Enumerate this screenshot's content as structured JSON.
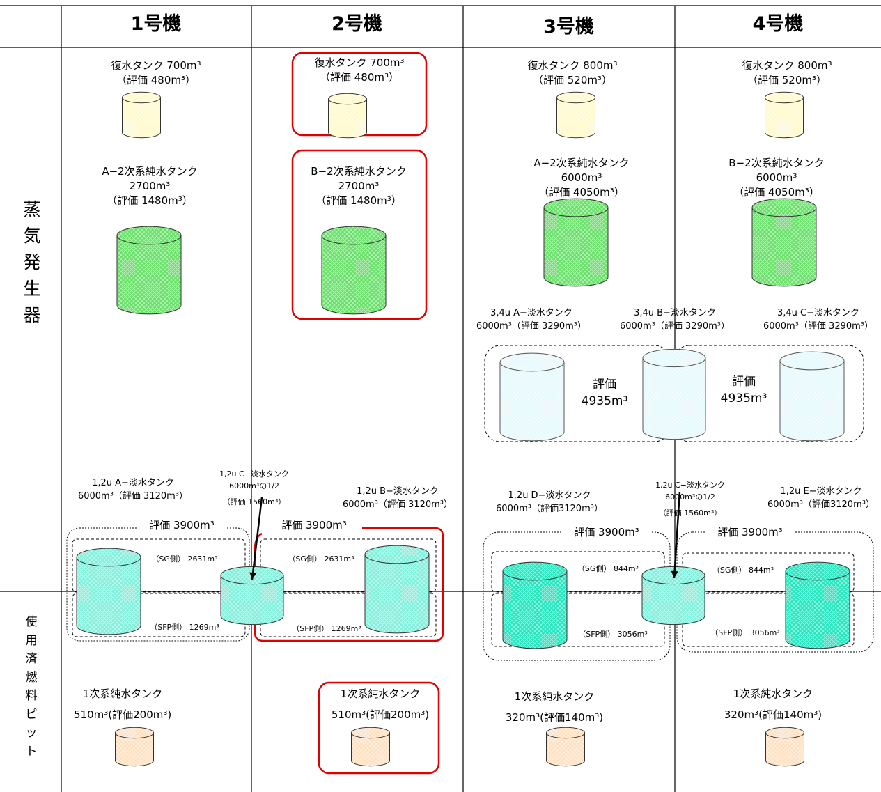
{
  "units": {
    "u1": "1号機",
    "u2": "2号機",
    "u3": "3号機",
    "u4": "4号機"
  },
  "rows": {
    "sg": [
      "蒸",
      "気",
      "発",
      "生",
      "器"
    ],
    "sfp": [
      "使",
      "用",
      "済",
      "燃",
      "料",
      "ピ",
      "ッ",
      "ト"
    ]
  },
  "condensate": {
    "u1": {
      "name": "復水タンク 700m³",
      "eval": "（評価 480m³）"
    },
    "u2": {
      "name": "復水タンク 700m³",
      "eval": "（評価 480m³）"
    },
    "u3": {
      "name": "復水タンク 800m³",
      "eval": "（評価 520m³）"
    },
    "u4": {
      "name": "復水タンク 800m³",
      "eval": "（評価 520m³）"
    }
  },
  "secondary": {
    "u1": {
      "name": "A−2次系純水タンク",
      "cap": "2700m³",
      "eval": "（評価 1480m³）"
    },
    "u2": {
      "name": "B−2次系純水タンク",
      "cap": "2700m³",
      "eval": "（評価 1480m³）"
    },
    "u3": {
      "name": "A−2次系純水タンク",
      "cap": "6000m³",
      "eval": "（評価 4050m³）"
    },
    "u4": {
      "name": "B−2次系純水タンク",
      "cap": "6000m³",
      "eval": "（評価 4050m³）"
    }
  },
  "fw34": {
    "a": {
      "name": "3,4u A−淡水タンク",
      "cap": "6000m³（評価 3290m³）"
    },
    "b": {
      "name": "3,4u B−淡水タンク",
      "cap": "6000m³（評価 3290m³）"
    },
    "c": {
      "name": "3,4u C−淡水タンク",
      "cap": "6000m³（評価 3290m³）"
    },
    "eval_left": {
      "l1": "評価",
      "l2": "4935m³"
    },
    "eval_right": {
      "l1": "評価",
      "l2": "4935m³"
    }
  },
  "fw12": {
    "a": {
      "name": "1,2u A−淡水タンク",
      "cap": "6000m³（評価 3120m³）"
    },
    "b": {
      "name": "1,2u B−淡水タンク",
      "cap": "6000m³（評価 3120m³）"
    },
    "c": {
      "name": "1,2u C−淡水タンク",
      "cap": "6000m³の1/2",
      "eval": "（評価 1560m³）"
    },
    "d": {
      "name": "1,2u D−淡水タンク",
      "cap": "6000m³（評価3120m³）"
    },
    "c2": {
      "name": "1,2u C−淡水タンク",
      "cap": "6000m³の1/2",
      "eval": "（評価 1560m³）"
    },
    "e": {
      "name": "1,2u E−淡水タンク",
      "cap": "6000m³（評価3120m³）"
    }
  },
  "groups": {
    "u1_eval": "評価 3900m³",
    "u2_eval": "評価 3900m³",
    "u3_eval": "評価 3900m³",
    "u4_eval": "評価 3900m³",
    "u1_sg": "（SG側） 2631m³",
    "u1_sfp": "（SFP側） 1269m³",
    "u2_sg": "（SG側） 2631m³",
    "u2_sfp": "（SFP側） 1269m³",
    "u3_sg": "（SG側） 844m³",
    "u3_sfp": "（SFP側） 3056m³",
    "u4_sg": "（SG側） 844m³",
    "u4_sfp": "（SFP側） 3056m³"
  },
  "primary": {
    "u1": {
      "name": "1次系純水タンク",
      "cap": "510m³(評価200m³)"
    },
    "u2": {
      "name": "1次系純水タンク",
      "cap": "510m³(評価200m³)"
    },
    "u3": {
      "name": "1次系純水タンク",
      "cap": "320m³(評価140m³)"
    },
    "u4": {
      "name": "1次系純水タンク",
      "cap": "320m³(評価140m³)"
    }
  },
  "colors": {
    "condensate": "#fffacc",
    "secondary": "#66e066",
    "fw34": "#e6fafc",
    "fw12_light": "#7ff0dc",
    "fw12_solid": "#22e8c0",
    "primary": "#ffe0c0",
    "highlight": "#e00000"
  }
}
